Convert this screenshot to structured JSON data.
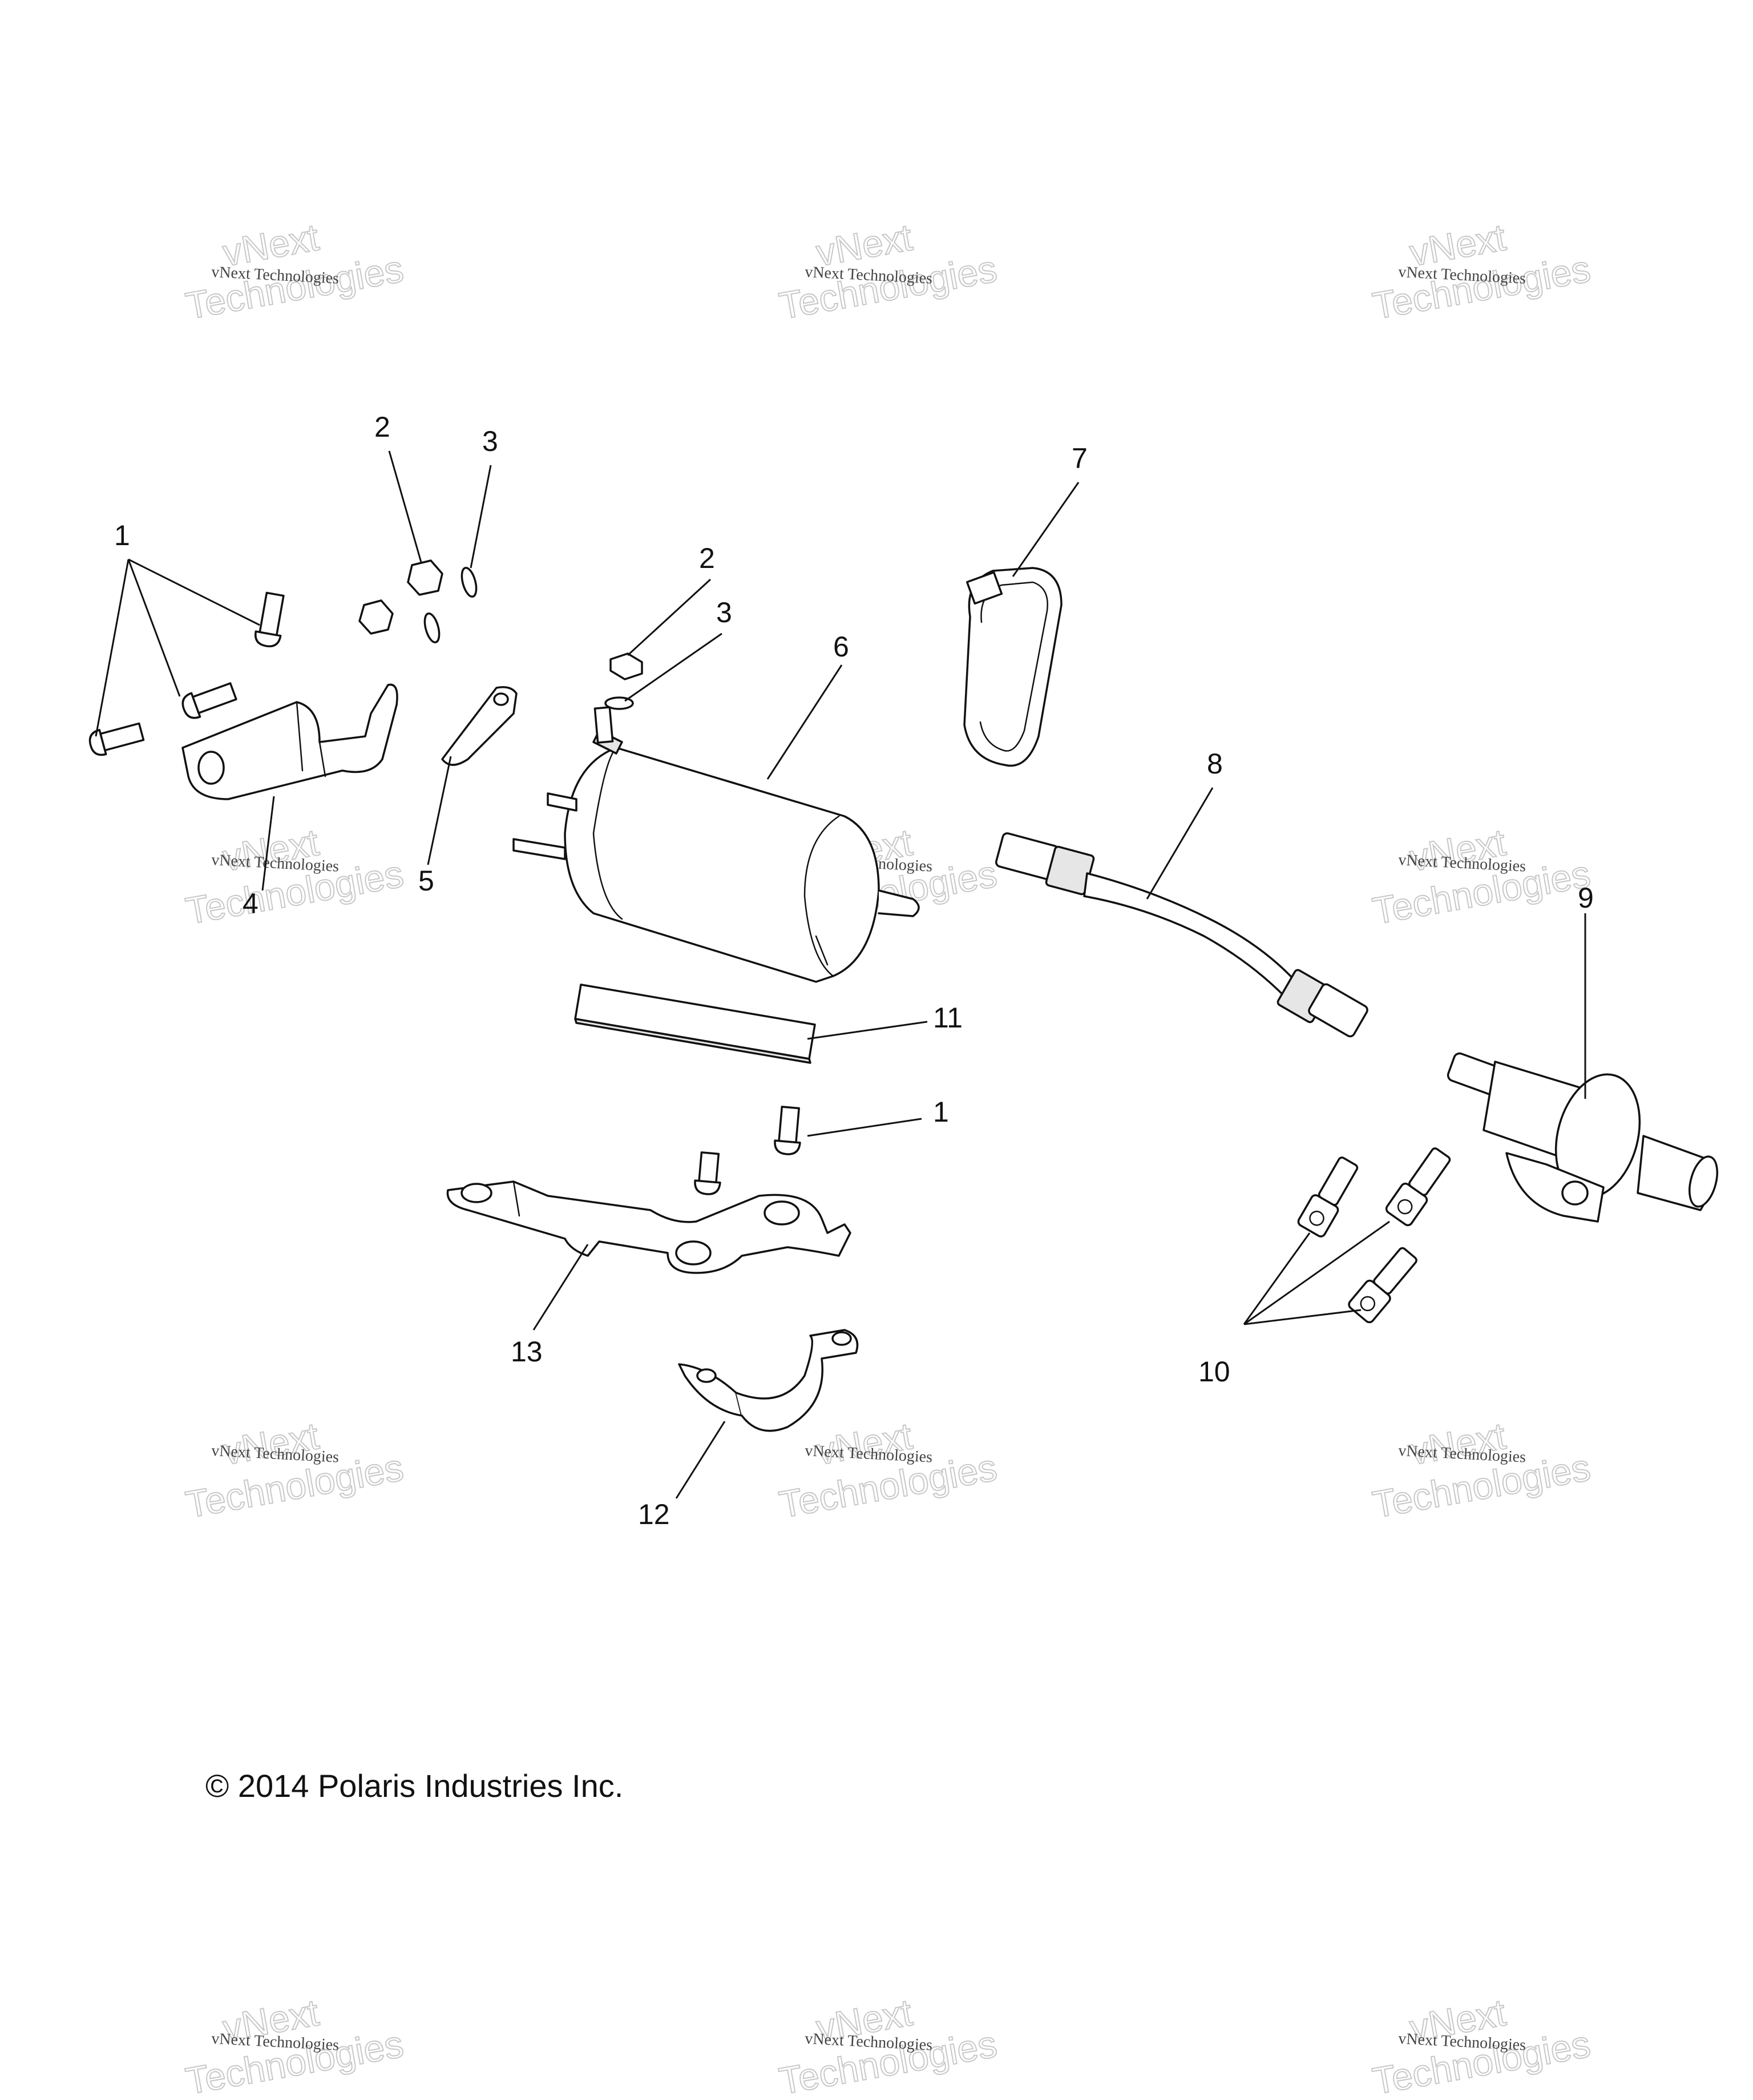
{
  "callouts": [
    "1",
    "2",
    "3",
    "2",
    "3",
    "6",
    "7",
    "8",
    "9",
    "4",
    "5",
    "11",
    "1",
    "13",
    "12",
    "10"
  ],
  "copyright": "© 2014 Polaris Industries Inc.",
  "watermark": {
    "line1": "vNext Technologies",
    "line2": "vNext",
    "line3": "Technologies"
  }
}
